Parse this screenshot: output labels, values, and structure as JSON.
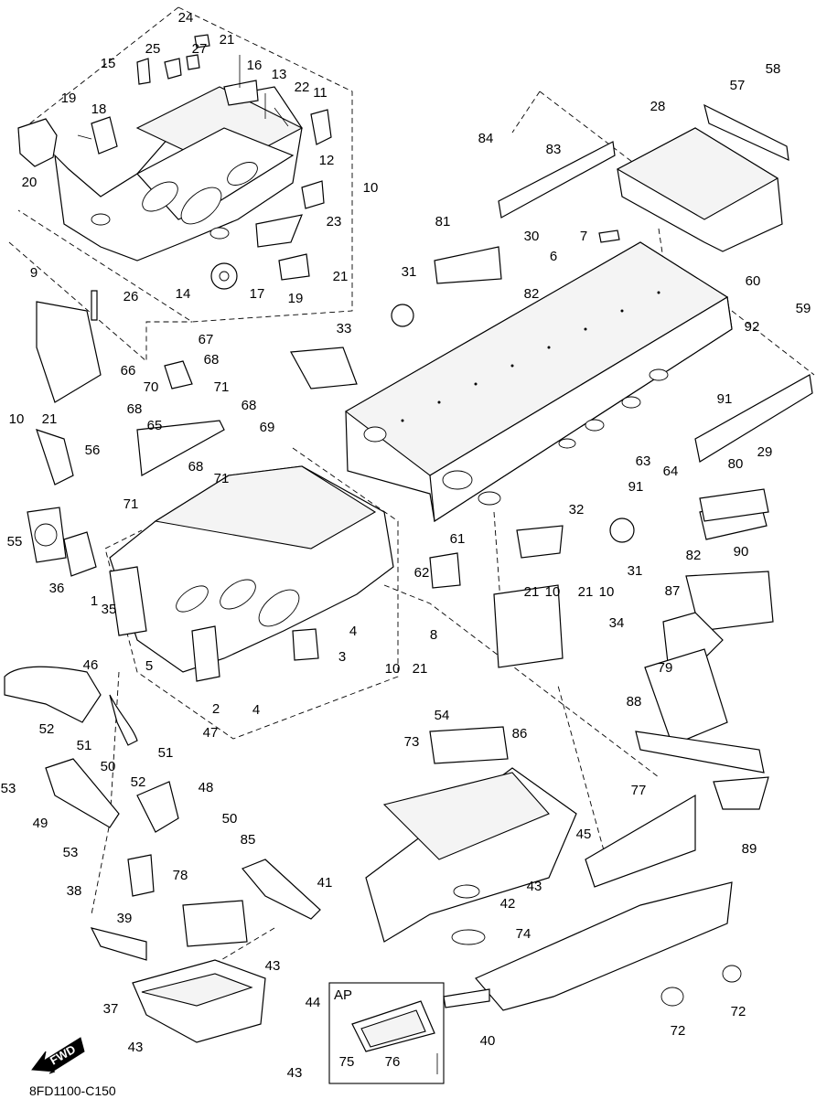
{
  "diagram": {
    "drawing_code": "8FD1100-C150",
    "fwd_label": "FWD",
    "ap_label": "AP",
    "callouts": [
      {
        "id": "c24",
        "text": "24"
      },
      {
        "id": "c27",
        "text": "27"
      },
      {
        "id": "c25",
        "text": "25"
      },
      {
        "id": "c21a",
        "text": "21"
      },
      {
        "id": "c15",
        "text": "15"
      },
      {
        "id": "c16",
        "text": "16"
      },
      {
        "id": "c13",
        "text": "13"
      },
      {
        "id": "c22",
        "text": "22"
      },
      {
        "id": "c11",
        "text": "11"
      },
      {
        "id": "c19a",
        "text": "19"
      },
      {
        "id": "c18",
        "text": "18"
      },
      {
        "id": "c20",
        "text": "20"
      },
      {
        "id": "c12",
        "text": "12"
      },
      {
        "id": "c10a",
        "text": "10"
      },
      {
        "id": "c23",
        "text": "23"
      },
      {
        "id": "c21b",
        "text": "21"
      },
      {
        "id": "c14",
        "text": "14"
      },
      {
        "id": "c17",
        "text": "17"
      },
      {
        "id": "c19b",
        "text": "19"
      },
      {
        "id": "c9",
        "text": "9"
      },
      {
        "id": "c26",
        "text": "26"
      },
      {
        "id": "c67",
        "text": "67"
      },
      {
        "id": "c66",
        "text": "66"
      },
      {
        "id": "c68a",
        "text": "68"
      },
      {
        "id": "c70",
        "text": "70"
      },
      {
        "id": "c71a",
        "text": "71"
      },
      {
        "id": "c68b",
        "text": "68"
      },
      {
        "id": "c68c",
        "text": "68"
      },
      {
        "id": "c65",
        "text": "65"
      },
      {
        "id": "c69",
        "text": "69"
      },
      {
        "id": "c10b",
        "text": "10"
      },
      {
        "id": "c21c",
        "text": "21"
      },
      {
        "id": "c56",
        "text": "56"
      },
      {
        "id": "c68d",
        "text": "68"
      },
      {
        "id": "c71b",
        "text": "71"
      },
      {
        "id": "c71c",
        "text": "71"
      },
      {
        "id": "c55",
        "text": "55"
      },
      {
        "id": "c36",
        "text": "36"
      },
      {
        "id": "c35",
        "text": "35"
      },
      {
        "id": "c1",
        "text": "1"
      },
      {
        "id": "c4a",
        "text": "4"
      },
      {
        "id": "c5",
        "text": "5"
      },
      {
        "id": "c3",
        "text": "3"
      },
      {
        "id": "c2",
        "text": "2"
      },
      {
        "id": "c4b",
        "text": "4"
      },
      {
        "id": "c46",
        "text": "46"
      },
      {
        "id": "c47",
        "text": "47"
      },
      {
        "id": "c52a",
        "text": "52"
      },
      {
        "id": "c51a",
        "text": "51"
      },
      {
        "id": "c53a",
        "text": "53"
      },
      {
        "id": "c50a",
        "text": "50"
      },
      {
        "id": "c49",
        "text": "49"
      },
      {
        "id": "c51b",
        "text": "51"
      },
      {
        "id": "c52b",
        "text": "52"
      },
      {
        "id": "c48",
        "text": "48"
      },
      {
        "id": "c50b",
        "text": "50"
      },
      {
        "id": "c53b",
        "text": "53"
      },
      {
        "id": "c38",
        "text": "38"
      },
      {
        "id": "c85",
        "text": "85"
      },
      {
        "id": "c78",
        "text": "78"
      },
      {
        "id": "c39",
        "text": "39"
      },
      {
        "id": "c43a",
        "text": "43"
      },
      {
        "id": "c37",
        "text": "37"
      },
      {
        "id": "c44",
        "text": "44"
      },
      {
        "id": "c43b",
        "text": "43"
      },
      {
        "id": "c43c",
        "text": "43"
      },
      {
        "id": "c58",
        "text": "58"
      },
      {
        "id": "c57",
        "text": "57"
      },
      {
        "id": "c28",
        "text": "28"
      },
      {
        "id": "c84",
        "text": "84"
      },
      {
        "id": "c83",
        "text": "83"
      },
      {
        "id": "c30",
        "text": "30"
      },
      {
        "id": "c81",
        "text": "81"
      },
      {
        "id": "c7",
        "text": "7"
      },
      {
        "id": "c6",
        "text": "6"
      },
      {
        "id": "c60",
        "text": "60"
      },
      {
        "id": "c59",
        "text": "59"
      },
      {
        "id": "c31a",
        "text": "31"
      },
      {
        "id": "c82a",
        "text": "82"
      },
      {
        "id": "c33",
        "text": "33"
      },
      {
        "id": "c92",
        "text": "92"
      },
      {
        "id": "c91a",
        "text": "91"
      },
      {
        "id": "c63",
        "text": "63"
      },
      {
        "id": "c64",
        "text": "64"
      },
      {
        "id": "c29",
        "text": "29"
      },
      {
        "id": "c91b",
        "text": "91"
      },
      {
        "id": "c80",
        "text": "80"
      },
      {
        "id": "c32",
        "text": "32"
      },
      {
        "id": "c31b",
        "text": "31"
      },
      {
        "id": "c82b",
        "text": "82"
      },
      {
        "id": "c61",
        "text": "61"
      },
      {
        "id": "c62",
        "text": "62"
      },
      {
        "id": "c21d",
        "text": "21"
      },
      {
        "id": "c10c",
        "text": "10"
      },
      {
        "id": "c21e",
        "text": "21"
      },
      {
        "id": "c10d",
        "text": "10"
      },
      {
        "id": "c90",
        "text": "90"
      },
      {
        "id": "c87",
        "text": "87"
      },
      {
        "id": "c34",
        "text": "34"
      },
      {
        "id": "c8",
        "text": "8"
      },
      {
        "id": "c10e",
        "text": "10"
      },
      {
        "id": "c21f",
        "text": "21"
      },
      {
        "id": "c54",
        "text": "54"
      },
      {
        "id": "c79",
        "text": "79"
      },
      {
        "id": "c73",
        "text": "73"
      },
      {
        "id": "c86",
        "text": "86"
      },
      {
        "id": "c88",
        "text": "88"
      },
      {
        "id": "c89",
        "text": "89"
      },
      {
        "id": "c77",
        "text": "77"
      },
      {
        "id": "c45",
        "text": "45"
      },
      {
        "id": "c41",
        "text": "41"
      },
      {
        "id": "c43d",
        "text": "43"
      },
      {
        "id": "c42",
        "text": "42"
      },
      {
        "id": "c74",
        "text": "74"
      },
      {
        "id": "c72a",
        "text": "72"
      },
      {
        "id": "c72b",
        "text": "72"
      },
      {
        "id": "c40",
        "text": "40"
      },
      {
        "id": "c75",
        "text": "75"
      },
      {
        "id": "c76",
        "text": "76"
      }
    ]
  }
}
